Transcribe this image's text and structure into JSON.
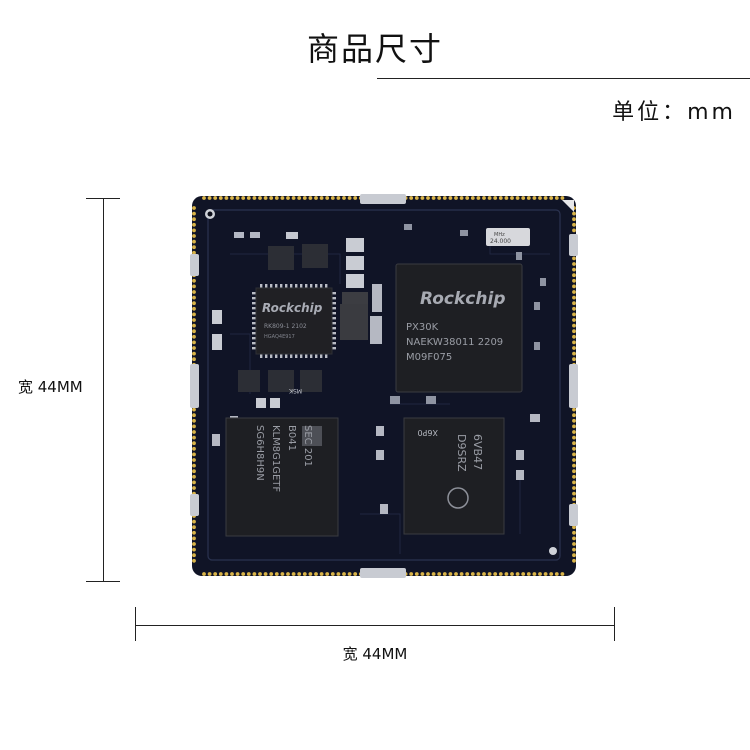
{
  "header": {
    "title": "商品尺寸",
    "unit_label": "单位：mm"
  },
  "dimensions": {
    "height_label": "宽 44MM",
    "width_label": "宽 44MM"
  },
  "board": {
    "soc_brand": "Rockchip",
    "soc_model": "PX30K",
    "soc_line2": "NAEKW38011 2209",
    "soc_line3": "M09F075",
    "pmic_brand": "Rockchip",
    "pmic_line1": "RK809-1 2102",
    "pmic_line2": "HGAQ4E917",
    "emmc_line1": "SEC 201",
    "emmc_line2": "B041",
    "emmc_line3": "KLM8G1GETF",
    "emmc_line4": "SG6H8H9N",
    "ram_line0": "X6P0",
    "ram_line1": "6VB47",
    "ram_line2": "D9SRZ",
    "small_mark": "MSK",
    "crystal_line1": "MHz",
    "crystal_line2": "24.000"
  }
}
